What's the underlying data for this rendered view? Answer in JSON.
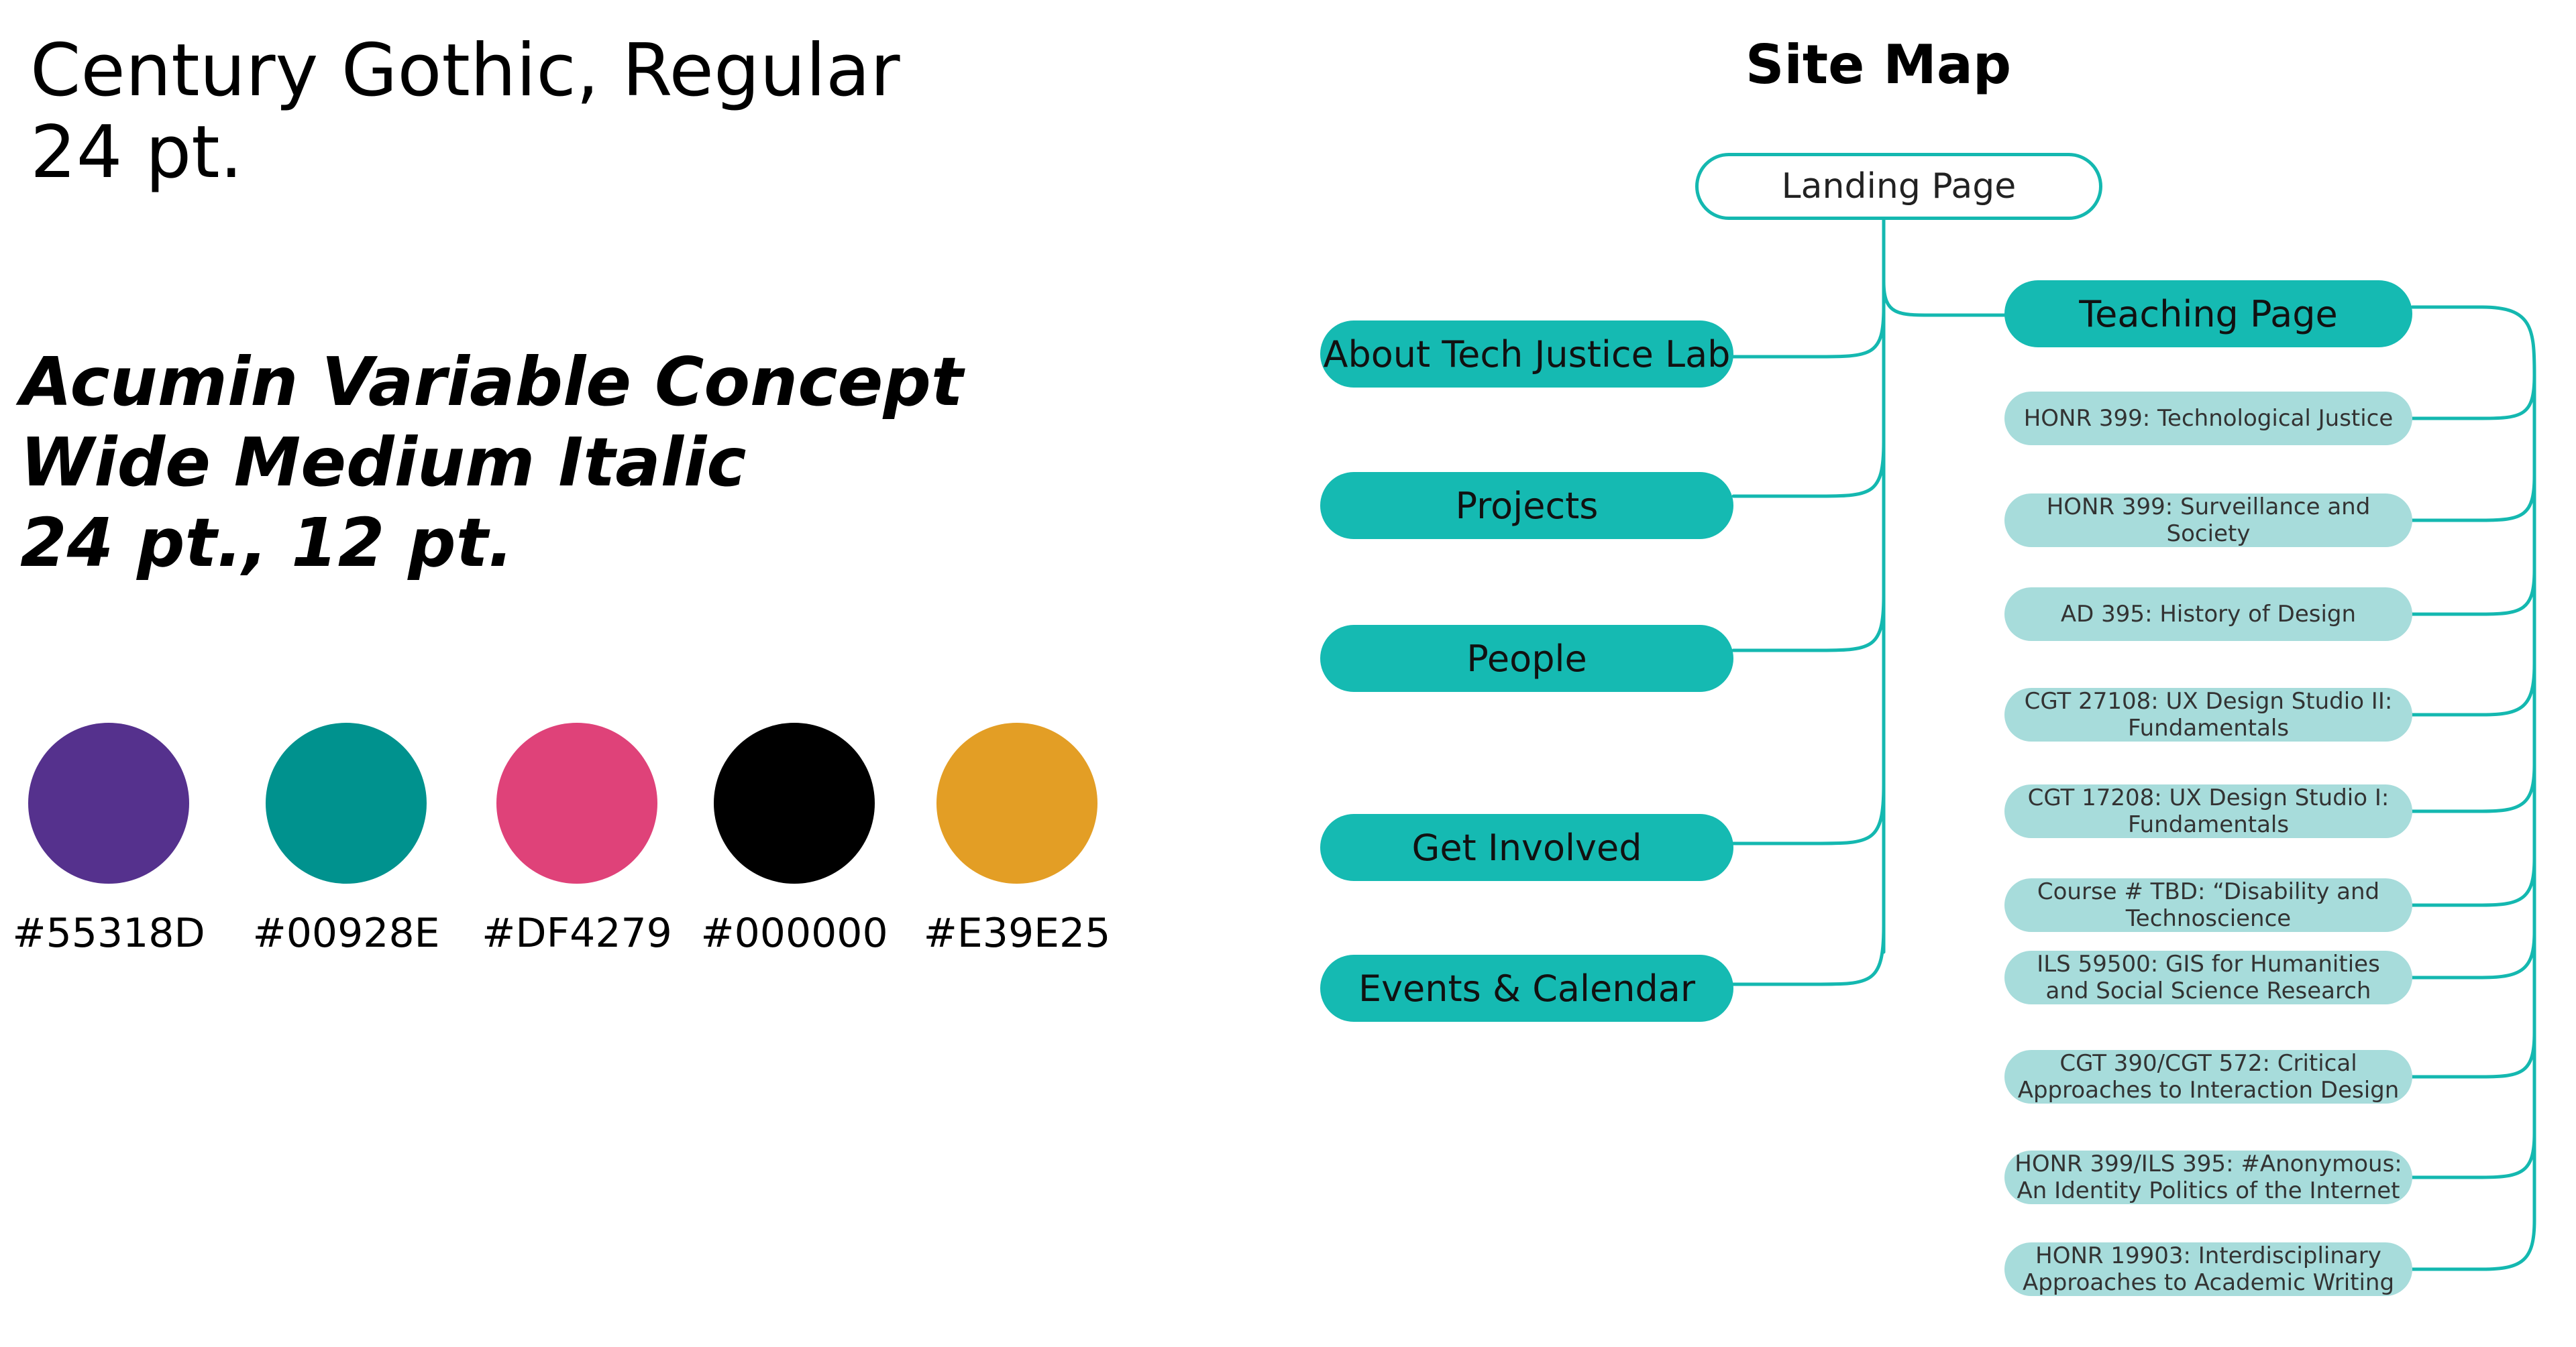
{
  "typography": {
    "primary": {
      "line1": "Century Gothic, Regular",
      "line2": "24 pt."
    },
    "secondary": {
      "line1": "Acumin Variable Concept",
      "line2": "Wide Medium Italic",
      "line3": "24 pt., 12 pt."
    }
  },
  "palette": [
    {
      "hex": "#55318D",
      "color": "#55318D"
    },
    {
      "hex": "#00928E",
      "color": "#00928E"
    },
    {
      "hex": "#DF4279",
      "color": "#DF4279"
    },
    {
      "hex": "#000000",
      "color": "#000000"
    },
    {
      "hex": "#E39E25",
      "color": "#E39E25"
    }
  ],
  "sitemap": {
    "title": "Site Map",
    "root": "Landing Page",
    "left_pages": [
      "About Tech Justice Lab",
      "Projects",
      "People",
      "Get Involved",
      "Events & Calendar"
    ],
    "teaching_page": "Teaching Page",
    "courses": [
      "HONR 399: Technological Justice",
      "HONR 399: Surveillance and Society",
      "AD 395: History of Design",
      "CGT 27108: UX Design Studio II: Fundamentals",
      "CGT 17208: UX Design Studio I: Fundamentals",
      "Course # TBD: “Disability and Technoscience",
      "ILS 59500: GIS for Humanities and Social Science Research",
      "CGT 390/CGT 572: Critical Approaches to Interaction Design",
      "HONR 399/ILS 395: #Anonymous: An Identity Politics of the Internet",
      "HONR 19903: Interdisciplinary Approaches to Academic Writing"
    ]
  },
  "colors": {
    "node_main": "#15bab2",
    "node_sub": "#a7dcdb",
    "connector": "#14b8b0"
  }
}
